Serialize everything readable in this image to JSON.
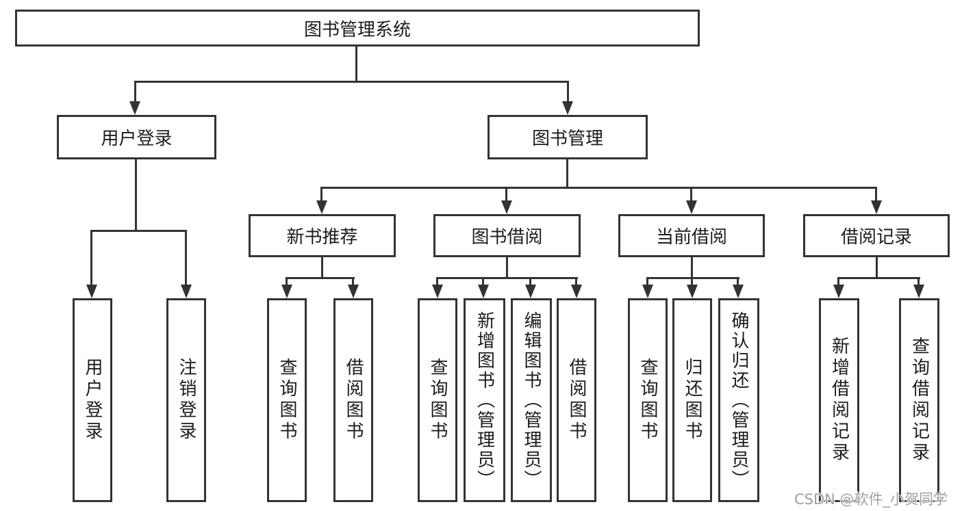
{
  "diagram": {
    "title": "图书管理系统",
    "root": {
      "label": "图书管理系统"
    },
    "level2": [
      {
        "id": "user-login",
        "label": "用户登录"
      },
      {
        "id": "book-management",
        "label": "图书管理"
      }
    ],
    "level3": [
      {
        "id": "new-book-recommend",
        "label": "新书推荐",
        "parent": "图书管理"
      },
      {
        "id": "book-borrow",
        "label": "图书借阅",
        "parent": "图书管理"
      },
      {
        "id": "current-borrow",
        "label": "当前借阅",
        "parent": "图书管理"
      },
      {
        "id": "borrow-records",
        "label": "借阅记录",
        "parent": "图书管理"
      }
    ],
    "leaves": [
      {
        "label": "用户登录",
        "parent": "用户登录"
      },
      {
        "label": "注销登录",
        "parent": "用户登录"
      },
      {
        "label": "查询图书",
        "parent": "新书推荐"
      },
      {
        "label": "借阅图书",
        "parent": "新书推荐"
      },
      {
        "label": "查询图书",
        "parent": "图书借阅"
      },
      {
        "label": "新增图书（管理员）",
        "parent": "图书借阅"
      },
      {
        "label": "编辑图书（管理员）",
        "parent": "图书借阅"
      },
      {
        "label": "借阅图书",
        "parent": "图书借阅"
      },
      {
        "label": "查询图书",
        "parent": "当前借阅"
      },
      {
        "label": "归还图书",
        "parent": "当前借阅"
      },
      {
        "label": "确认归还（管理员）",
        "parent": "当前借阅"
      },
      {
        "label": "新增借阅记录",
        "parent": "借阅记录"
      },
      {
        "label": "查询借阅记录",
        "parent": "借阅记录"
      }
    ],
    "colors": {
      "line": "#333333",
      "text": "#1c1c1c",
      "background": "#ffffff",
      "watermark": "#a0a0a0"
    }
  },
  "watermark": {
    "text": "CSDN @软件_小贺同学"
  }
}
